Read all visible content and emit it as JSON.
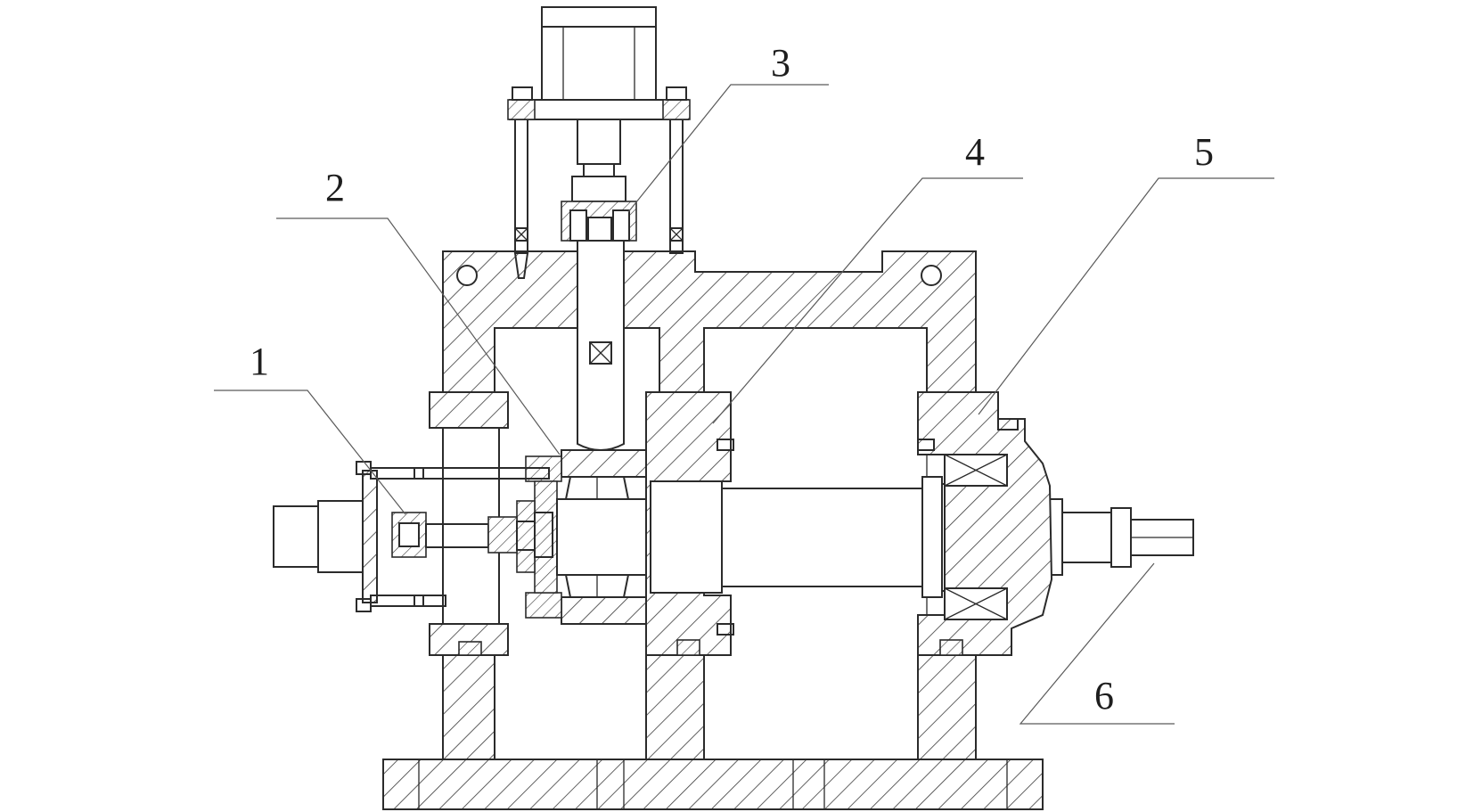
{
  "diagram": {
    "callouts": [
      {
        "id": "1",
        "label": "1"
      },
      {
        "id": "2",
        "label": "2"
      },
      {
        "id": "3",
        "label": "3"
      },
      {
        "id": "4",
        "label": "4"
      },
      {
        "id": "5",
        "label": "5"
      },
      {
        "id": "6",
        "label": "6"
      }
    ]
  },
  "colors": {
    "line": "#2b2b2b",
    "leader": "#5a5a5a",
    "background": "#ffffff"
  }
}
